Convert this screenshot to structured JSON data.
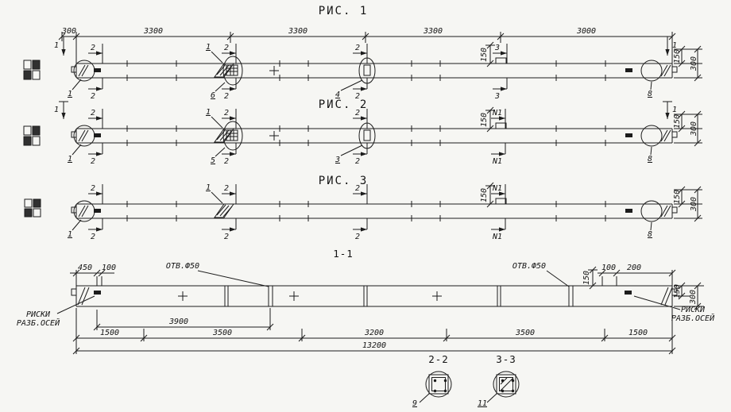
{
  "figures": [
    {
      "title": "РИС. 1",
      "top_dims": [
        "300",
        "3300",
        "3300",
        "3300",
        "3000"
      ],
      "cut1": "1",
      "cut2": "2",
      "cut3": "3",
      "detail_callout": "1",
      "callout_left_end": "1",
      "callout_joint": "6",
      "callout_hole": "4",
      "callout_right_end": "8",
      "notch_dim": "150",
      "right_dim_inner": "150",
      "right_dim_outer": "300"
    },
    {
      "title": "РИС. 2",
      "cut1": "1",
      "cut2": "2",
      "cutN": "N1",
      "detail_callout": "1",
      "callout_left_end": "1",
      "callout_joint": "5",
      "callout_hole": "3",
      "callout_right_end": "8",
      "notch_dim": "150",
      "right_dim_inner": "150",
      "right_dim_outer": "300"
    },
    {
      "title": "РИС. 3",
      "cut2": "2",
      "cutN": "N1",
      "detail_callout": "1",
      "callout_left_end": "1",
      "callout_right_end": "8",
      "notch_dim": "150",
      "right_dim_inner": "150",
      "right_dim_outer": "300"
    }
  ],
  "section_1_1": {
    "title": "1-1",
    "dim_450": "450",
    "dim_100_left": "100",
    "hole_label_left": "ОТВ.Ф50",
    "hole_label_right": "ОТВ.Ф50",
    "dim_100_right": "100",
    "dim_200": "200",
    "dim_150_top": "150",
    "right_dim_inner": "150",
    "right_dim_outer": "300",
    "axis_marks_left_line1": "РИСКИ",
    "axis_marks_left_line2": "РАЗБ.ОСЕЙ",
    "axis_marks_right_line1": "РИСКИ",
    "axis_marks_right_line2": "РАЗБ.ОСЕЙ",
    "dim_3900": "3900",
    "bottom_dims": [
      "1500",
      "3500",
      "3200",
      "3500",
      "1500"
    ],
    "dim_total": "13200"
  },
  "section_2_2": {
    "title": "2-2",
    "callout": "9"
  },
  "section_3_3": {
    "title": "3-3",
    "callout": "11"
  }
}
